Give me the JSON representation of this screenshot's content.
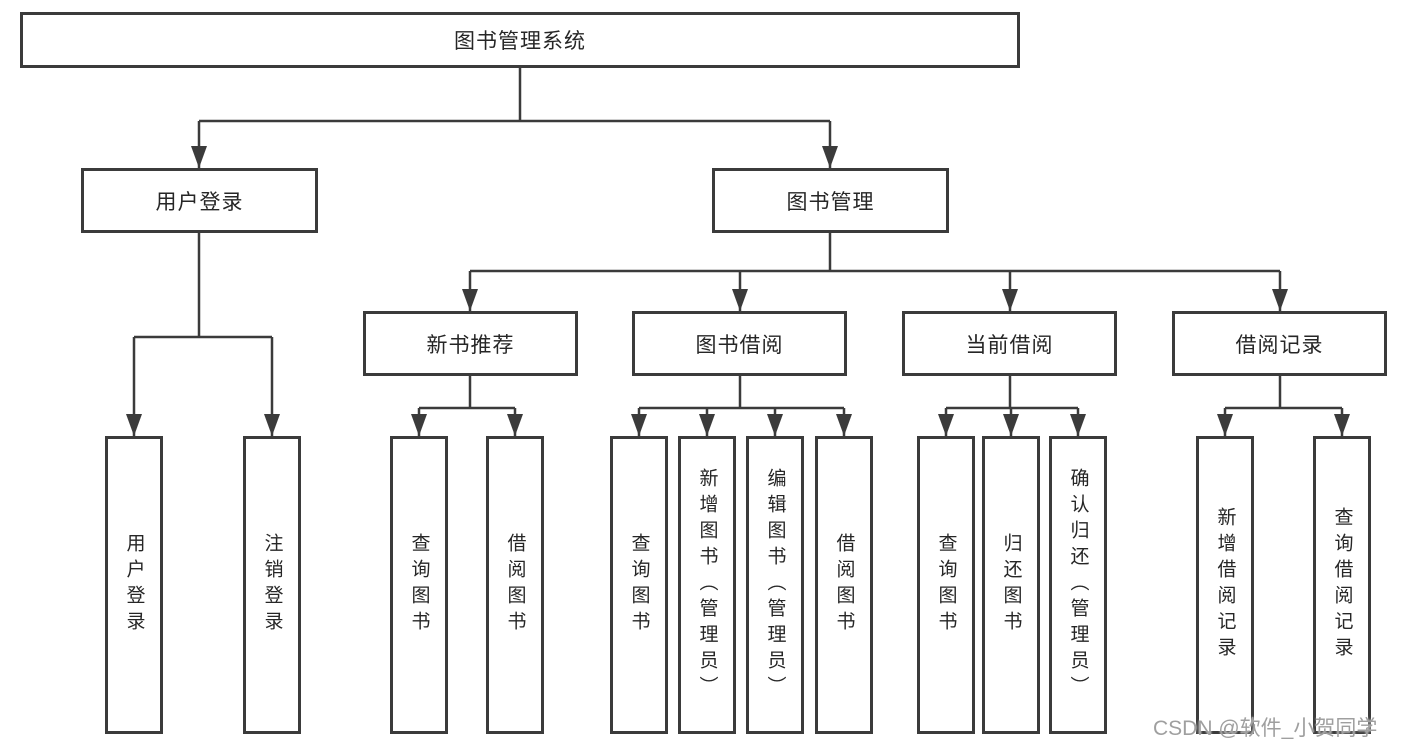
{
  "diagram": {
    "type": "hierarchy-flowchart",
    "colors": {
      "line": "#3b3b3b",
      "box_border": "#3b3b3b",
      "box_fill": "#ffffff",
      "text": "#262626",
      "background": "#ffffff",
      "watermark": "#9f9f9f"
    }
  },
  "tree": {
    "root": {
      "label": "图书管理系统"
    },
    "user_login": {
      "label": "用户登录",
      "children": [
        {
          "label": "用户登录"
        },
        {
          "label": "注销登录"
        }
      ]
    },
    "book_mgmt": {
      "label": "图书管理",
      "children": [
        {
          "label": "新书推荐",
          "children": [
            {
              "label": "查询图书"
            },
            {
              "label": "借阅图书"
            }
          ]
        },
        {
          "label": "图书借阅",
          "children": [
            {
              "label": "查询图书"
            },
            {
              "label": "新增图书（管理员）"
            },
            {
              "label": "编辑图书（管理员）"
            },
            {
              "label": "借阅图书"
            }
          ]
        },
        {
          "label": "当前借阅",
          "children": [
            {
              "label": "查询图书"
            },
            {
              "label": "归还图书"
            },
            {
              "label": "确认归还（管理员）"
            }
          ]
        },
        {
          "label": "借阅记录",
          "children": [
            {
              "label": "新增借阅记录"
            },
            {
              "label": "查询借阅记录"
            }
          ]
        }
      ]
    }
  },
  "watermark": {
    "text": "CSDN @软件_小贺同学"
  }
}
